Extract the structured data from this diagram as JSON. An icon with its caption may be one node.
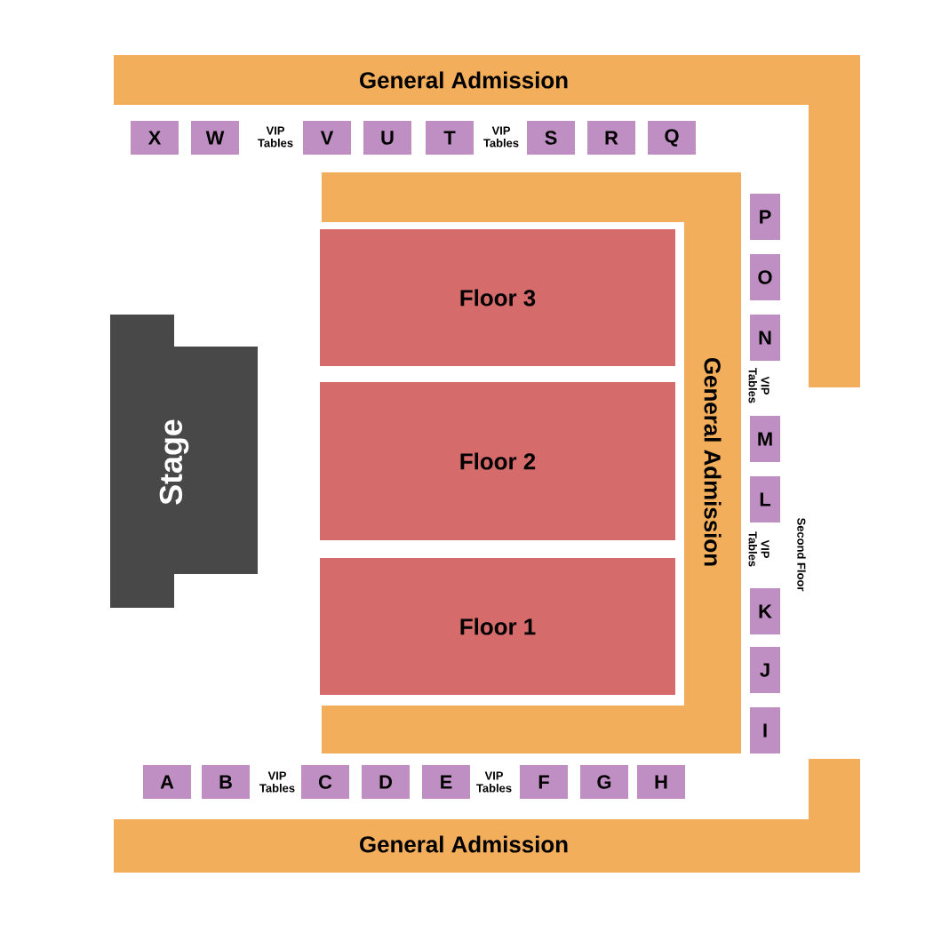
{
  "diagram": {
    "nodes": [
      {
        "text": [
          "General Admission"
        ]
      },
      {
        "text": [
          "X"
        ]
      },
      {
        "text": [
          "W"
        ]
      },
      {
        "text": [
          "V"
        ]
      },
      {
        "text": [
          "U"
        ]
      },
      {
        "text": [
          "T"
        ]
      },
      {
        "text": [
          "S"
        ]
      },
      {
        "text": [
          "R"
        ]
      },
      {
        "text": [
          "Q"
        ]
      },
      {
        "text": [
          "General Admission"
        ]
      },
      {
        "text": [
          "Floor 3"
        ]
      },
      {
        "text": [
          "Floor 2"
        ]
      },
      {
        "text": [
          "Floor 1"
        ]
      },
      {
        "text": [
          "Stage"
        ]
      },
      {
        "text": [
          "P"
        ]
      },
      {
        "text": [
          "O"
        ]
      },
      {
        "text": [
          "N"
        ]
      },
      {
        "text": [
          "M"
        ]
      },
      {
        "text": [
          "L"
        ]
      },
      {
        "text": [
          "K"
        ]
      },
      {
        "text": [
          "J"
        ]
      },
      {
        "text": [
          "I"
        ]
      },
      {
        "text": [
          "A"
        ]
      },
      {
        "text": [
          "B"
        ]
      },
      {
        "text": [
          "C"
        ]
      },
      {
        "text": [
          "D"
        ]
      },
      {
        "text": [
          "E"
        ]
      },
      {
        "text": [
          "F"
        ]
      },
      {
        "text": [
          "G"
        ]
      },
      {
        "text": [
          "H"
        ]
      },
      {
        "text": [
          "General Admission"
        ]
      }
    ],
    "labels": [
      "VIP Tables",
      "VIP Tables",
      "VIP Tables",
      "Second Floor",
      "VIP Tables",
      "VIP Tables",
      "VIP Tables"
    ]
  }
}
